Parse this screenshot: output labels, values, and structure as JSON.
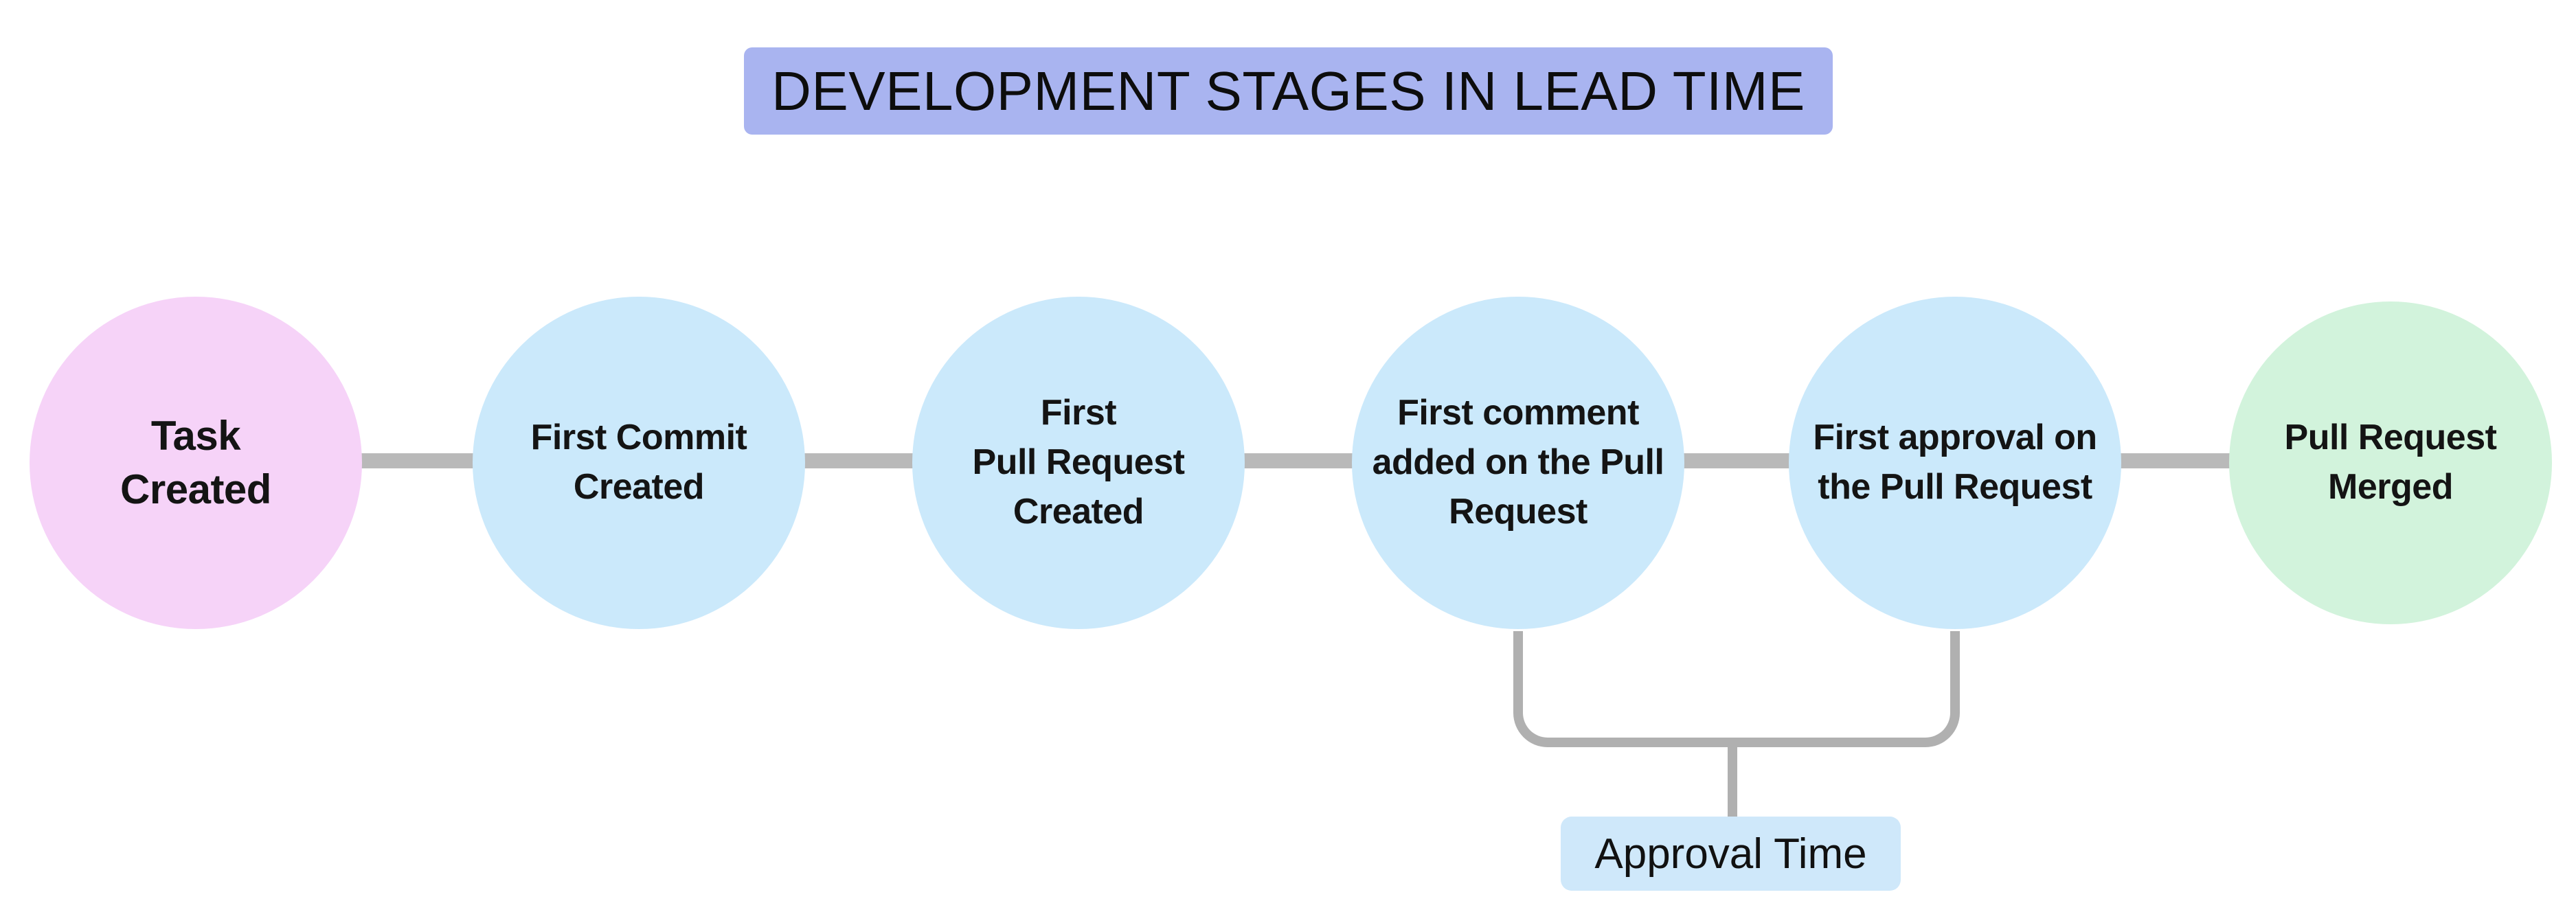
{
  "title": {
    "text": "DEVELOPMENT STAGES IN LEAD TIME",
    "background": "#a9b4f0"
  },
  "diagram": {
    "stages": [
      {
        "id": "task-created",
        "label": "Task\nCreated",
        "color": "#f6d3f8",
        "role": "start"
      },
      {
        "id": "first-commit-created",
        "label": "First Commit\nCreated",
        "color": "#cbe9fb",
        "role": "middle"
      },
      {
        "id": "first-pull-request-created",
        "label": "First\nPull Request\nCreated",
        "color": "#cbe9fb",
        "role": "middle"
      },
      {
        "id": "first-comment-added",
        "label": "First comment\nadded on the Pull\nRequest",
        "color": "#cbe9fb",
        "role": "middle"
      },
      {
        "id": "first-approval",
        "label": "First approval on\nthe Pull Request",
        "color": "#cbe9fb",
        "role": "middle"
      },
      {
        "id": "pull-request-merged",
        "label": "Pull Request\nMerged",
        "color": "#d2f3dc",
        "role": "end"
      }
    ],
    "connector_color": "#b9b9b9",
    "bracket": {
      "label": "Approval Time",
      "background": "#cfe8fa",
      "line_color": "#b0b0b0",
      "from_stage": 3,
      "to_stage": 4
    }
  }
}
